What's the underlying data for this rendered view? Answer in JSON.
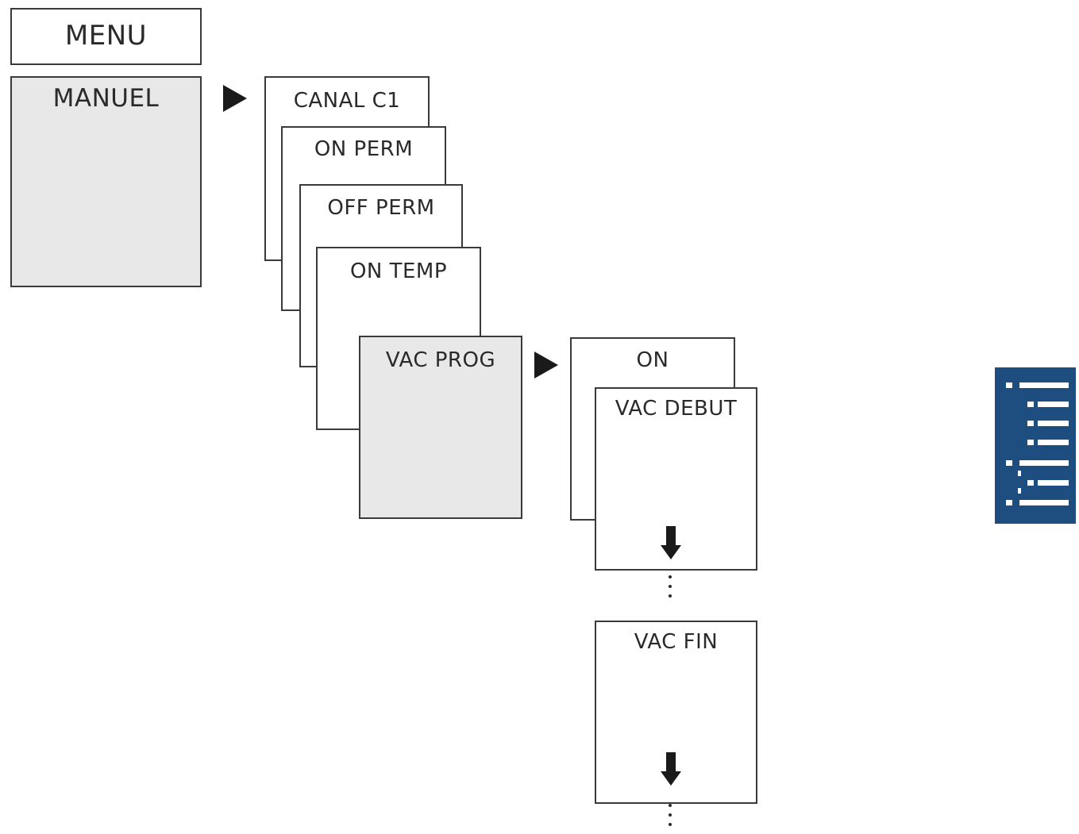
{
  "menu": {
    "title": "MENU"
  },
  "level1": {
    "selected": "MANUEL"
  },
  "level2": {
    "items": [
      "CANAL C1",
      "ON PERM",
      "OFF PERM",
      "ON TEMP",
      "VAC PROG"
    ]
  },
  "level3": {
    "items": [
      "ON",
      "VAC DEBUT"
    ],
    "end_item": "VAC FIN"
  },
  "icons": {
    "right_arrow": "triangle-right-icon",
    "down_arrow": "arrow-down-icon",
    "side_icon": "menu-list-icon"
  },
  "colors": {
    "selected_fill": "#e8e8e8",
    "border": "#3a3a3a",
    "side_icon_bg": "#1e4d80"
  }
}
